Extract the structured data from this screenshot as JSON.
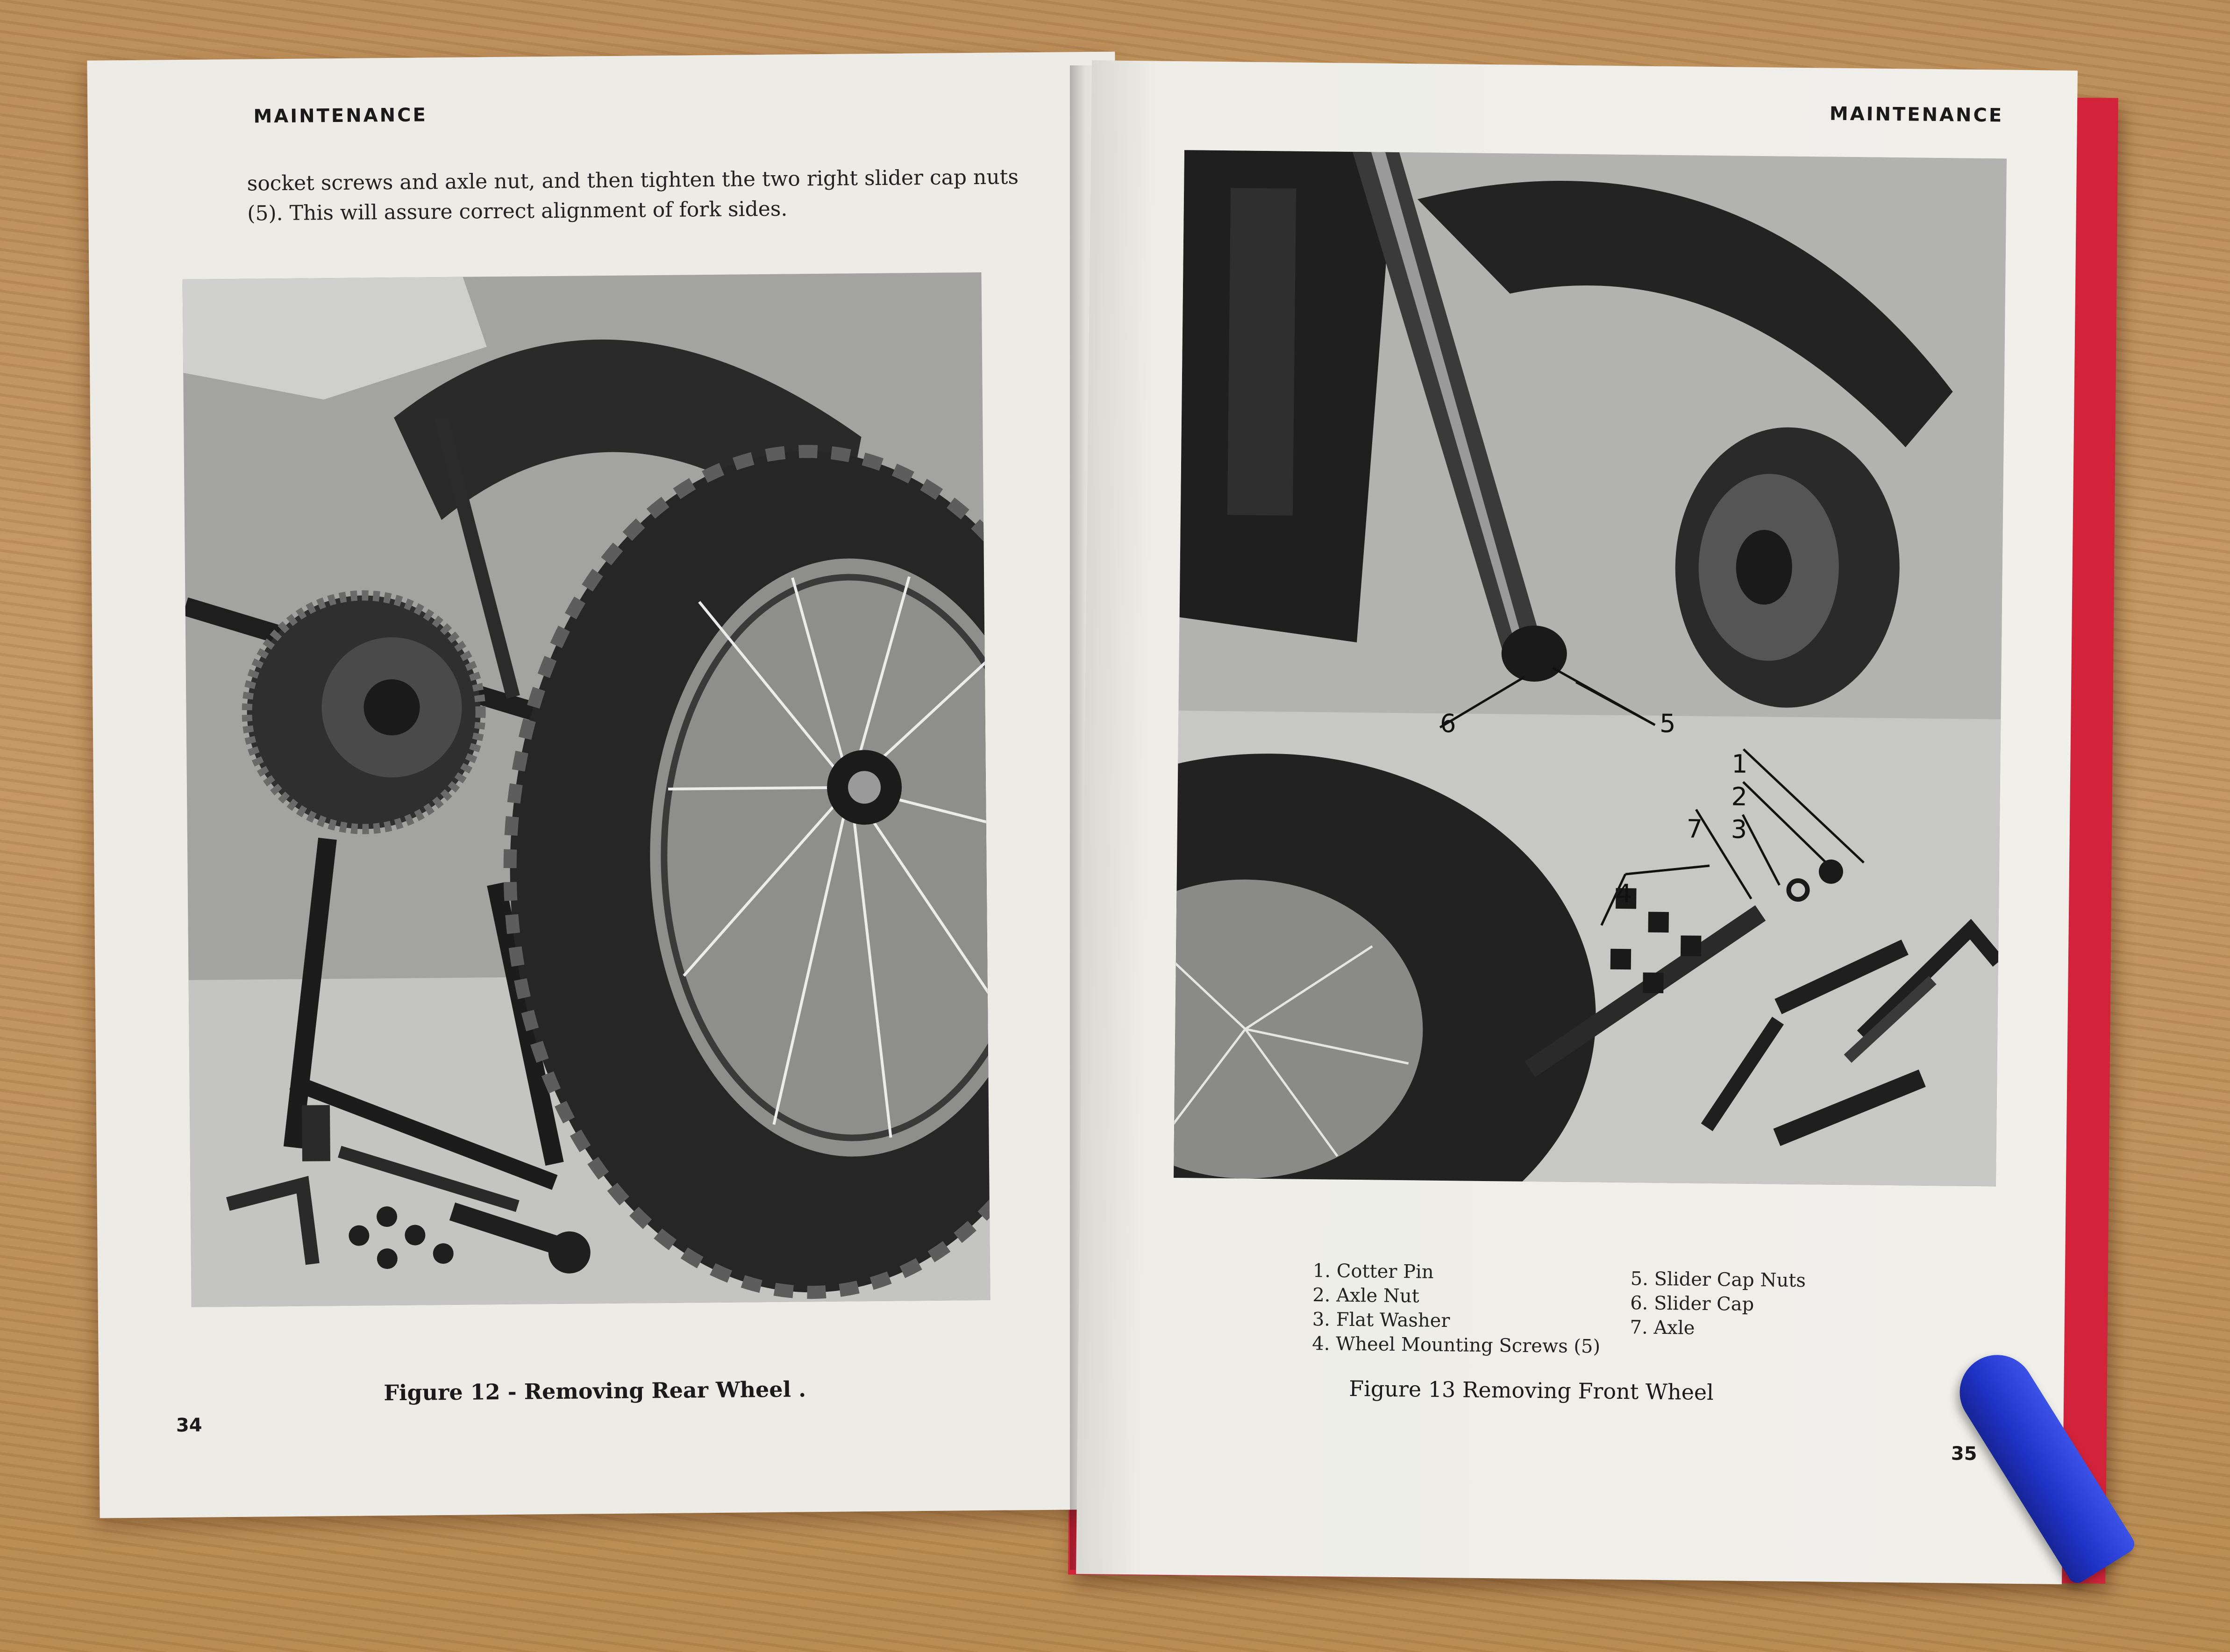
{
  "left_page": {
    "header": "MAINTENANCE",
    "text_line1": "socket screws and axle nut, and then tighten the two right slider cap nuts",
    "text_line2": "(5).  This will assure correct alignment of fork sides.",
    "figure_caption": "Figure 12 - Removing Rear Wheel .",
    "page_number": "34"
  },
  "right_page": {
    "header": "MAINTENANCE",
    "callouts": [
      "6",
      "5",
      "1",
      "2",
      "3",
      "7",
      "4"
    ],
    "legend_left": [
      "1.  Cotter Pin",
      "2.  Axle Nut",
      "3.  Flat Washer",
      "4.  Wheel Mounting Screws (5)"
    ],
    "legend_right": [
      "5.  Slider Cap Nuts",
      "6.  Slider Cap",
      "7.  Axle"
    ],
    "figure_caption": "Figure 13   Removing Front Wheel",
    "page_number": "35"
  },
  "colors": {
    "table": "#c49561",
    "cover": "#d2233a",
    "paper": "#ecebe6",
    "pen": "#2a3fd6"
  }
}
